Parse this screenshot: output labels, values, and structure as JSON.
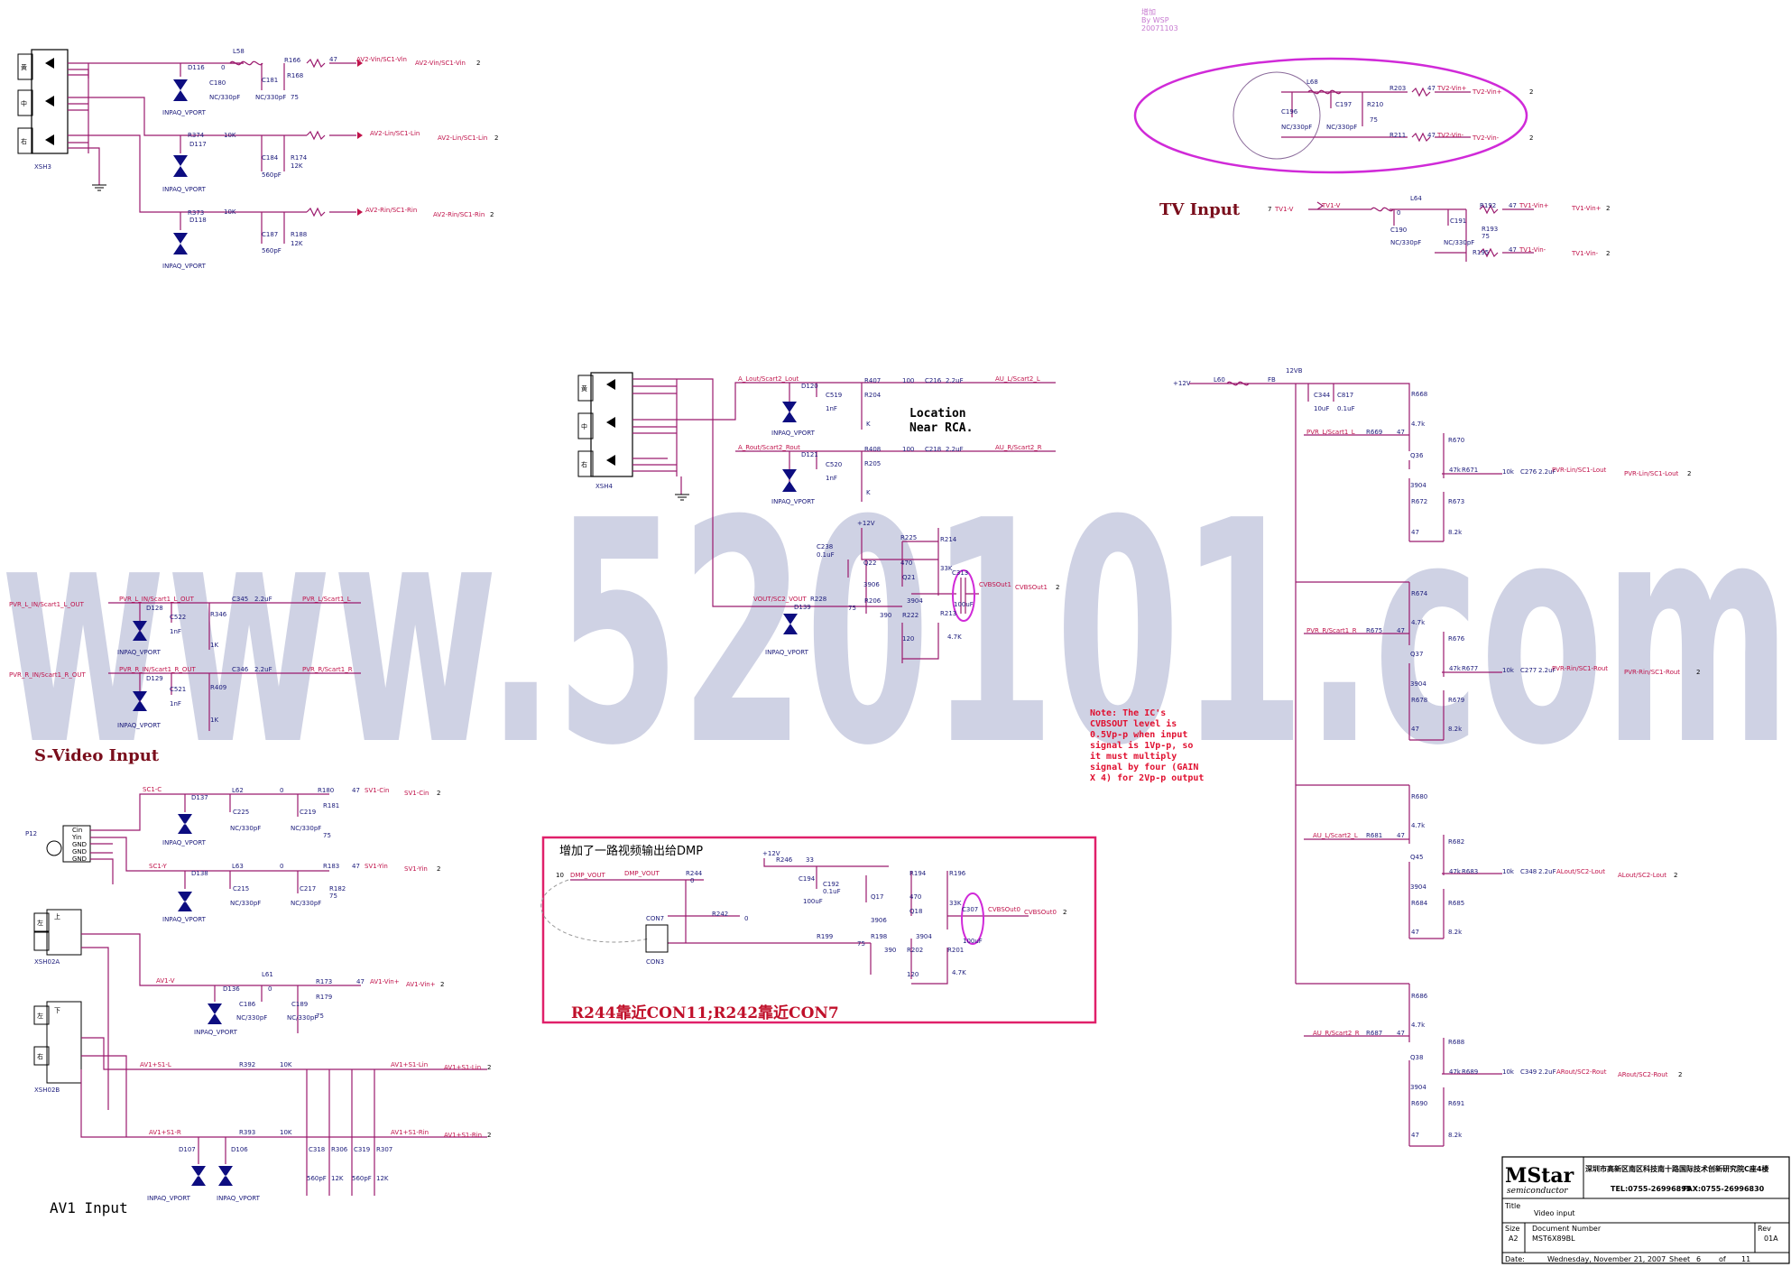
{
  "revision_mark": [
    "增加",
    "By WSP",
    "20071103"
  ],
  "sections": {
    "tv_input": "TV Input",
    "svideo_input": "S-Video Input",
    "av1_input": "AV1  Input"
  },
  "watermark": "www.520101.com",
  "location_note": [
    "Location",
    "Near RCA."
  ],
  "ic_note": [
    "Note: The IC's",
    "CVBSOUT level is",
    "0.5Vp-p when input",
    "signal is 1Vp-p, so",
    "it must multiply",
    "signal by four (GAIN",
    "X 4) for 2Vp-p output"
  ],
  "dmp_box": {
    "title": "增加了一路视频输出给DMP",
    "footer": "R244靠近CON11;R242靠近CON7"
  },
  "connectors": {
    "XSH3": "XSH3",
    "XSH4": "XSH4",
    "P12": "P12",
    "XSH02A": "XSH02A",
    "XSH02B": "XSH02B",
    "CON7": "CON7",
    "CON3": "CON3",
    "jack_chars": [
      "黄",
      "中",
      "右",
      "上",
      "下",
      "左"
    ],
    "p12_pins": [
      "Cin",
      "Yin",
      "GND",
      "GND",
      "GND"
    ]
  },
  "net_labels": {
    "av2_vin": "AV2-Vin/SC1-Vin",
    "av2_lin": "AV2-Lin/SC1-Lin",
    "av2_rin": "AV2-Rin/SC1-Rin",
    "tv2_vin_p": "TV2-Vin+",
    "tv2_vin_n": "TV2-Vin-",
    "tv1_v": "TV1-V",
    "tv1_vin_p": "TV1-Vin+",
    "tv1_vin_n": "TV1-Vin-",
    "a_lout": "A_Lout/Scart2_Lout",
    "a_rout": "A_Rout/Scart2_Rout",
    "au_l": "AU_L/Scart2_L",
    "au_r": "AU_R/Scart2_R",
    "vout_sc2": "VOUT/SC2_VOUT",
    "cvbsout1": "CVBSOut1",
    "pvr_l_in": "PVR_L_IN/Scart1_L_OUT",
    "pvr_r_in": "PVR_R_IN/Scart1_R_OUT",
    "pvr_l": "PVR_L/Scart1_L",
    "pvr_r": "PVR_R/Scart1_R",
    "pvr_lin_lout": "PVR-Lin/SC1-Lout",
    "pvr_rin_rout": "PVR-Rin/SC1-Rout",
    "alout_sc2": "ALout/SC2-Lout",
    "arout_sc2": "ARout/SC2-Rout",
    "sc1_c": "SC1-C",
    "sc1_y": "SC1-Y",
    "sv1_cin": "SV1-Cin",
    "sv1_yin": "SV1-Yin",
    "av1_v": "AV1-V",
    "av1_vin": "AV1-Vin+",
    "av1_s1_l": "AV1+S1-L",
    "av1_s1_r": "AV1+S1-R",
    "av1_s1_lin": "AV1+S1-Lin",
    "av1_s1_rin": "AV1+S1-Rin",
    "dmp_vout": "DMP_VOUT",
    "cvbsout0": "CVBSOut0",
    "p12v": "+12V",
    "v12vb": "12VB",
    "inpaq": "INPAQ_VPORT"
  },
  "title_block": {
    "address": "深圳市高新区南区科技南十路国际技术创新研究院C座4楼",
    "tel": "TEL:0755-26996895",
    "fax": "FAX:0755-26996830",
    "logo": "MStar",
    "logo_sub": "semiconductor",
    "title_label": "Title",
    "title": "Video input",
    "size_label": "Size",
    "size": "A2",
    "docnum_label": "Document Number",
    "docnum": "MST6X89BL",
    "rev_label": "Rev",
    "rev": "01A",
    "date_label": "Date:",
    "date": "Wednesday, November 21, 2007",
    "sheet_label": "Sheet",
    "sheet": "6",
    "of_label": "of",
    "of": "11"
  },
  "colors": {
    "wire": "#9b1a6e",
    "net": "#c0124a",
    "ellipse": "#d02ad8",
    "box": "#e0206a",
    "watermark": "#cfd2e4"
  }
}
